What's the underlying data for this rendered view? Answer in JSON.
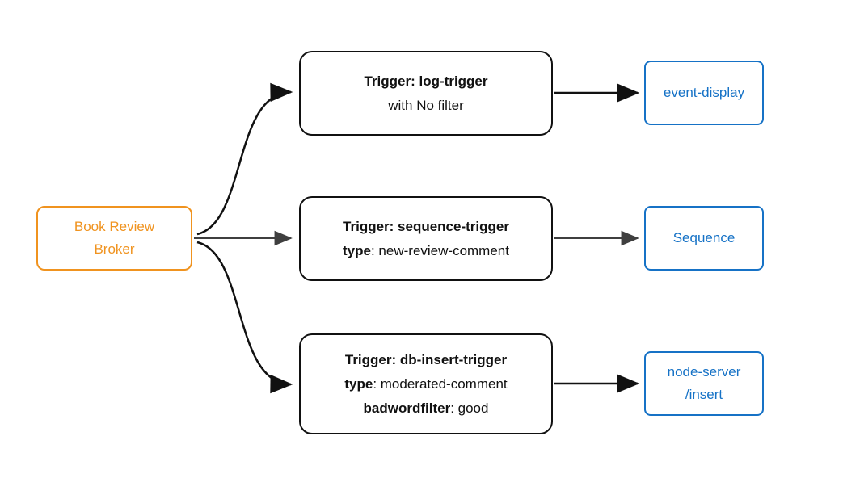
{
  "colors": {
    "broker_accent": "#f0931f",
    "sink_accent": "#1672c6",
    "trigger_border": "#111111",
    "arrow_dark": "#111111",
    "arrow_gray": "#3f3f3f",
    "background": "#ffffff"
  },
  "nodes": {
    "broker": {
      "label": "Book Review Broker"
    },
    "trigger1": {
      "title": "Trigger: log-trigger",
      "line2": "with No filter"
    },
    "trigger2": {
      "title": "Trigger: sequence-trigger",
      "line2_bold": "type",
      "line2_rest": ": new-review-comment"
    },
    "trigger3": {
      "title": "Trigger: db-insert-trigger",
      "line2_bold": "type",
      "line2_rest": ": moderated-comment",
      "line3_bold": "badwordfilter",
      "line3_rest": ": good"
    },
    "sink1": {
      "label": "event-display"
    },
    "sink2": {
      "label": "Sequence"
    },
    "sink3": {
      "line1": "node-server",
      "line2": "/insert"
    }
  },
  "edges": [
    {
      "from": "Book Review Broker",
      "to": "Trigger: log-trigger"
    },
    {
      "from": "Book Review Broker",
      "to": "Trigger: sequence-trigger"
    },
    {
      "from": "Book Review Broker",
      "to": "Trigger: db-insert-trigger"
    },
    {
      "from": "Trigger: log-trigger",
      "to": "event-display"
    },
    {
      "from": "Trigger: sequence-trigger",
      "to": "Sequence"
    },
    {
      "from": "Trigger: db-insert-trigger",
      "to": "node-server /insert"
    }
  ]
}
